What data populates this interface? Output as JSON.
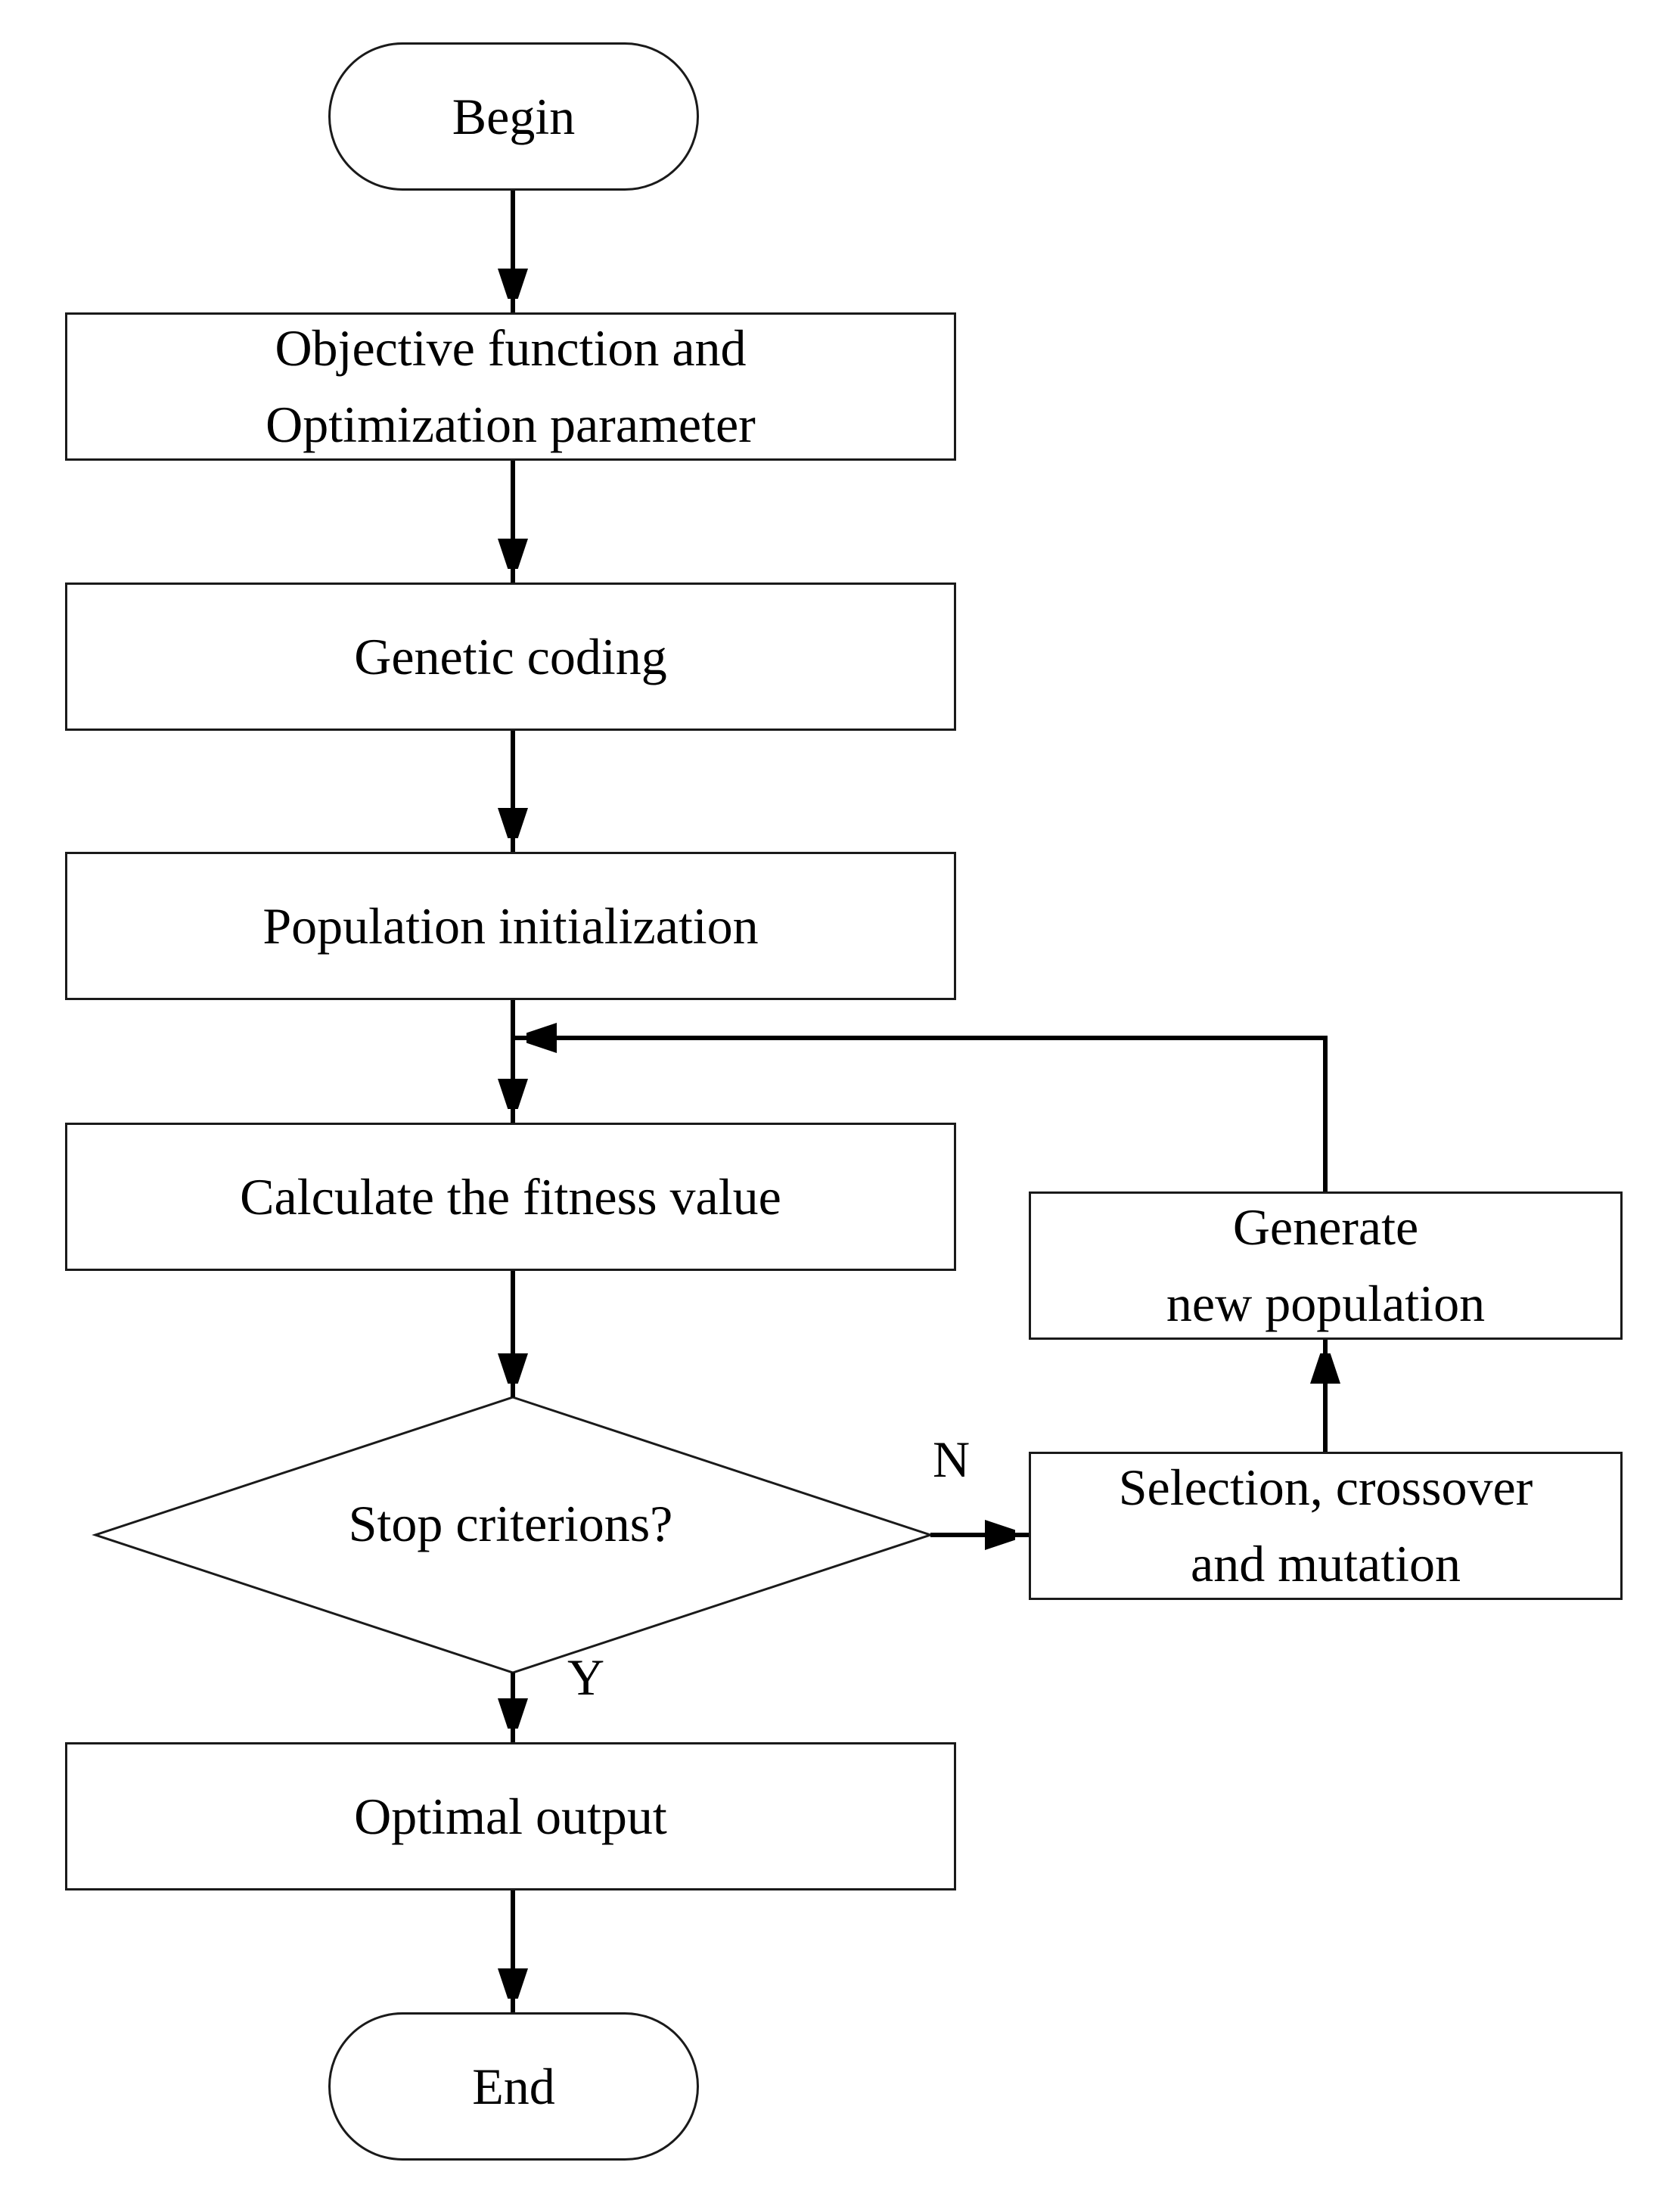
{
  "diagram": {
    "nodes": {
      "begin": {
        "label": "Begin"
      },
      "objective": {
        "lines": [
          "Objective function and",
          "Optimization parameter"
        ]
      },
      "coding": {
        "label": "Genetic coding"
      },
      "init": {
        "label": "Population initialization"
      },
      "fitness": {
        "label": "Calculate the fitness value"
      },
      "stop": {
        "label": "Stop criterions?"
      },
      "selection": {
        "lines": [
          "Selection, crossover",
          "and mutation"
        ]
      },
      "generate": {
        "lines": [
          "Generate",
          "new population"
        ]
      },
      "optimal": {
        "label": "Optimal output"
      },
      "end": {
        "label": "End"
      }
    },
    "edge_labels": {
      "no": "N",
      "yes": "Y"
    }
  }
}
